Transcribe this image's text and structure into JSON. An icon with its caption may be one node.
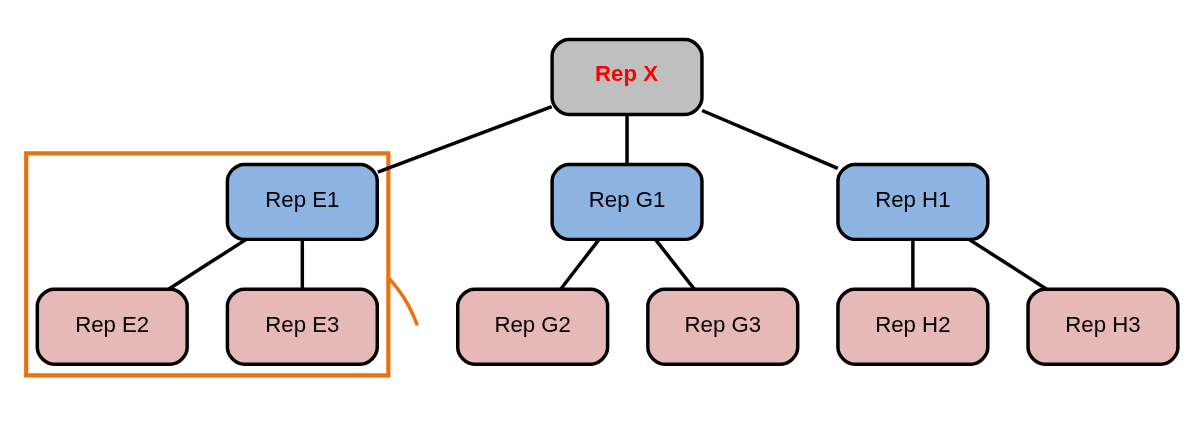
{
  "diagram": {
    "nodes": [
      {
        "text": [
          "Rep X"
        ]
      },
      {
        "text": [],
        "shape": "box"
      },
      {
        "text": [
          "Rep E1"
        ],
        "in": 1
      },
      {
        "text": [
          "Rep E2"
        ],
        "in": 1
      },
      {
        "text": [
          "Rep E3"
        ],
        "in": 1
      },
      {
        "text": [
          "Rep G1"
        ]
      },
      {
        "text": [
          "Rep G2"
        ]
      },
      {
        "text": [
          "Rep G3"
        ]
      },
      {
        "text": [
          "Rep H1"
        ]
      },
      {
        "text": [
          "Rep H2"
        ]
      },
      {
        "text": [
          "Rep H3"
        ]
      }
    ],
    "edges": [
      {
        "from": 0,
        "to": 2,
        "arrow": "none"
      },
      {
        "from": 0,
        "to": 5,
        "arrow": "none"
      },
      {
        "from": 0,
        "to": 8,
        "arrow": "none"
      },
      {
        "from": 2,
        "to": 3,
        "arrow": "none"
      },
      {
        "from": 2,
        "to": 4,
        "arrow": "none"
      },
      {
        "from": 5,
        "to": 6,
        "arrow": "none"
      },
      {
        "from": 5,
        "to": 7,
        "arrow": "none"
      },
      {
        "from": 8,
        "to": 9,
        "arrow": "none"
      },
      {
        "from": 8,
        "to": 10,
        "arrow": "none"
      },
      {
        "from": 1,
        "to": null,
        "arrow": "none",
        "color": "#e8720c"
      }
    ]
  }
}
